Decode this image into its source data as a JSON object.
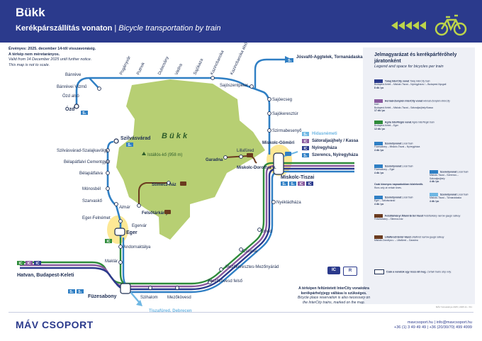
{
  "header": {
    "title": "Bükk",
    "subtitle_hu": "Kerékpárszállítás vonaton",
    "subtitle_sep": "|",
    "subtitle_en": "Bicycle transportation by train"
  },
  "notes": {
    "valid_hu": "Érvényes: 2025. december 14-től visszavonásig.",
    "scale_hu": "A térkép nem méretarányos.",
    "valid_en": "Valid from 14 December 2025 until further notice.",
    "scale_en": "This map is not to scale."
  },
  "map": {
    "region": "B ü k k",
    "peak": "Istállós-kő (958 m)",
    "stations": {
      "banreve": "Bánréve",
      "banreve_vizmu": "Bánrévei Vízmű",
      "ozd_alsó": "Ózd alsó",
      "ozd": "Ózd",
      "putnok": "Putnok",
      "poganyvar": "Pogányvár",
      "dubicsany": "Dubicsány",
      "vadna": "Vadna",
      "sajokaza": "Sajókaza",
      "kazincbarcika": "Kazincbarcika",
      "kazincbarcika_also": "Kazincbarcika alsó",
      "sajoszentpeter": "Sajószentpéter",
      "sajoecseg": "Sajóecseg",
      "sajokeresztur": "Sajókeresztúr",
      "szirmabesenyo": "Szirmabesenyő",
      "miskolc_gomori": "Miskolc-Gömöri",
      "miskolc_tiszai": "Miskolc-Tiszai",
      "nyekladhaza": "Nyékládháza",
      "emod": "Emőd",
      "csincse": "Csincse",
      "mezokeresztes": "Mezőkeresztes-Mezőnyárád",
      "mezokovesd_felso": "Mezőkövesd felső",
      "mezokovesd": "Mezőkövesd",
      "szihalom": "Szihalom",
      "fuzesabony": "Füzesabony",
      "makiar": "Maklár",
      "andornaktalya": "Andornaktálya",
      "eger": "Eger",
      "egervar": "Egervár",
      "eger_felnemet": "Eger-Felnémet",
      "almar": "Almár",
      "szarvasko": "Szarvaskő",
      "monosbel": "Mónosbél",
      "belapatfalva": "Bélapátfalva",
      "belapatfalvi_cementgyar": "Bélapátfalvi Cementgyár",
      "szilvasvarad_szalajkavolgy": "Szilvásvárad-Szalajkavölgy",
      "szilvasvarad": "Szilvásvárad",
      "felsotarkany": "Felsőtárkány",
      "stimecz_haz": "Stimecz-ház",
      "garadna": "Garadna",
      "lillafured": "Lillafüred",
      "miskolc_dorottya": "Miskolc-Dorottya u."
    },
    "destinations": {
      "josvafo": "Jósvafő-Aggtelek, Tornanádaska",
      "hidasnemeti": "Hidasnémeti",
      "satoraljaujhely": "Sátoraljaújhely / Kassa",
      "nyiregyhaza": "Nyíregyháza",
      "szerencs": "Szerencs, Nyíregyháza",
      "hatvan": "Hatvan, Budapest-Keleti",
      "tiszafured": "Tiszafüred, Debrecen"
    },
    "badges": {
      "s": "S",
      "ic": "IC",
      "r": "R",
      "s_num": "S₁"
    }
  },
  "legend": {
    "title": "Jelmagyarázat és kerékpárférőhely járatonként",
    "subtitle": "Legend and space for bicycles per train",
    "items": [
      {
        "name": "Tokaj InterCity vonat",
        "en": "Tokaj InterCity train",
        "route": "Budapest-Keleti – Miskolc-Tiszai – Nyíregyháza / – Budapest-Nyugati",
        "cap": "8 db / pc"
      },
      {
        "name": "Hernád-Zemplén InterCity vonat",
        "en": "Hernád-Zemplén InterCity train",
        "route": "Budapest-Keleti – Miskolc-Tiszai – Sátoraljaújhely/Kassa",
        "cap": "17 db / pc"
      },
      {
        "name": "Agria InterRégió vonat",
        "en": "Agria InterRegio train",
        "route": "Budapest-Keleti – Eger",
        "cap": "12 db / pc"
      },
      {
        "name": "Személyvonat",
        "en": "Local train",
        "route": "Füzesabony – Miskolc-Tiszai – Nyíregyháza",
        "cap": "4 db / pc"
      },
      {
        "name": "Személyvonat",
        "en": "Local train",
        "route": "Füzesabony – Eger",
        "cap": "4 db / pc"
      },
      {
        "name": "Csak bizonyos napszakokban közlekedik.",
        "en": "Runs only at certain times.",
        "route": "",
        "cap": ""
      },
      {
        "name": "Személyvonat",
        "en": "Local train",
        "route": "Eger – Szilvásvárad",
        "cap": "4 db / pc"
      },
      {
        "name": "Felsőtárkányi Állami Erdei Vasút",
        "en": "Felsőtárkány narrow-gauge railway",
        "route": "Felsőtárkány – Stimecz-ház",
        "cap": ""
      },
      {
        "name": "Lillafüredi Erdei Vasút",
        "en": "Lillafüred narrow-gauge railway",
        "route": "Miskolc-Dorottya u. – Lillafüred – Garadna",
        "cap": ""
      },
      {
        "name": "Csak a vonatok egy része áll meg.",
        "en": "Certain trains stop only.",
        "route": "",
        "cap": ""
      }
    ],
    "right_items": [
      {
        "name": "Személyvonat",
        "en": "Local train",
        "route": "Miskolc-Tiszai – Szerencs – Sátoraljaújhely",
        "cap": "4 db / pc"
      },
      {
        "name": "Személyvonat",
        "en": "Local train",
        "route": "Miskolc-Tiszai – Tornanádaska",
        "cap": "4 db / pc"
      }
    ]
  },
  "footer_note": {
    "hu": "A térképen feltüntetett InterCity vonatokra kerékpárhelyjegy váltása is szükséges.",
    "en": "Bicycle place reservation is also necessary on the InterCity trains, marked on the map."
  },
  "footer": {
    "brand": "MÁV  CSOPORT",
    "web": "mavcsoport.hu | info@mavcsoport.hu",
    "phone": "+36 (1) 3 49 49 49 | +36 (20/30/70) 499 4999",
    "copy": "MÁV Városkártya 2025 | 2025.11. / R1"
  },
  "colors": {
    "navy": "#2b3a8c",
    "blue": "#2f7fc4",
    "lightblue": "#6fb7e3",
    "purple": "#8a5a9e",
    "green": "#2e8b3a",
    "brown": "#6b3b1f",
    "forest": "#b7cf73",
    "yellow": "#fde68a"
  }
}
